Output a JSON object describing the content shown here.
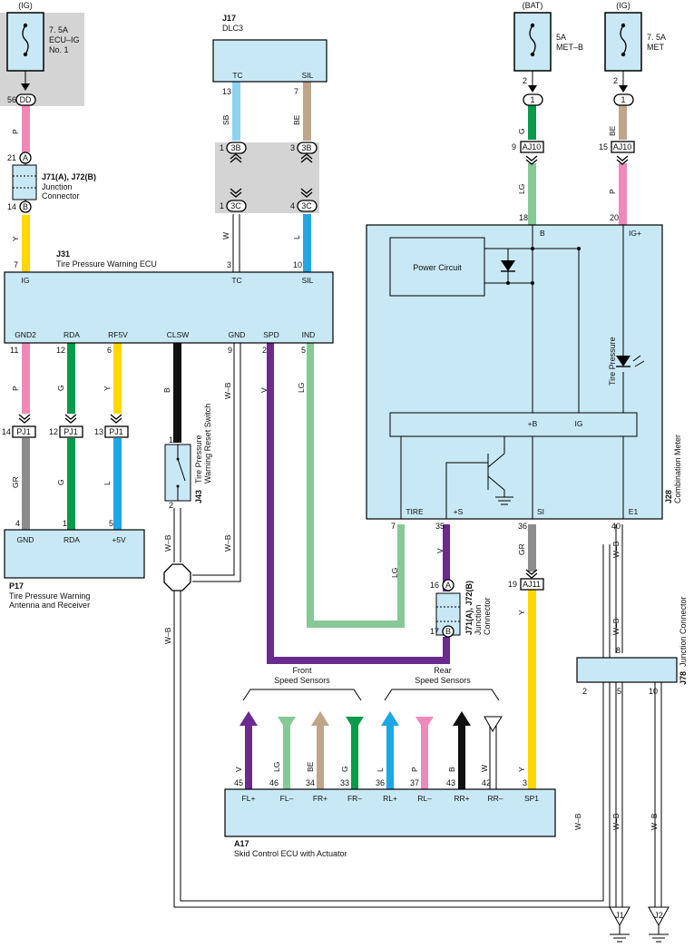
{
  "colors": {
    "ecu_fill": "#c9e8f6",
    "grey_area": "#d4d4d4",
    "wire_P": "#ee8ab8",
    "wire_Y": "#ffd800",
    "wire_SB": "#8ed4f0",
    "wire_BE": "#bfa58a",
    "wire_L": "#1ea7e6",
    "wire_G": "#0a9a4a",
    "wire_LG": "#86c997",
    "wire_GR": "#8c8c8c",
    "wire_V": "#6a2a8e",
    "wire_B": "#111111"
  },
  "power": {
    "ig1": "(IG)",
    "fuse1": [
      "7. 5A",
      "ECU–IG",
      "No. 1"
    ],
    "bat": "(BAT)",
    "fuse2": "5A",
    "fuse2b": "MET–B",
    "ig2": "(IG)",
    "fuse3": "7. 5A",
    "fuse3b": "MET"
  },
  "j17": {
    "id": "J17",
    "name": "DLC3",
    "pin_tc": "TC",
    "pin_sil": "SIL"
  },
  "j71": {
    "id": "J71(A), J72(B)",
    "name1": "Junction",
    "name2": "Connector"
  },
  "j31": {
    "id": "J31",
    "name": "Tire Pressure Warning ECU",
    "top": [
      "IG",
      "TC",
      "SIL"
    ],
    "bottom": [
      "GND2",
      "RDA",
      "RF5V",
      "CLSW",
      "GND",
      "SPD",
      "IND"
    ]
  },
  "j28": {
    "id": "J28",
    "name": "Combination Meter",
    "power_circuit": "Power Circuit",
    "tire_pressure": "Tire Pressure",
    "pins_top": [
      "B",
      "IG+"
    ],
    "inner": [
      "+B",
      "IG"
    ],
    "pins_bottom": [
      "TIRE",
      "+S",
      "SI",
      "E1"
    ]
  },
  "j43": {
    "id": "J43",
    "name1": "Tire Pressure",
    "name2": "Warning Reset Switch"
  },
  "p17": {
    "id": "P17",
    "name1": "Tire Pressure Warning",
    "name2": "Antenna and Receiver",
    "pins": [
      "GND",
      "RDA",
      "+5V"
    ]
  },
  "j78": {
    "id": "J78",
    "name": "Junction Connector"
  },
  "a17": {
    "id": "A17",
    "name": "Skid Control ECU with Actuator",
    "pins": [
      "FL+",
      "FL–",
      "FR+",
      "FR–",
      "RL+",
      "RL–",
      "RR+",
      "RR–",
      "SP1"
    ],
    "front_1": "Front",
    "front_2": "Speed Sensors",
    "rear_1": "Rear",
    "rear_2": "Speed Sensors"
  },
  "grounds": [
    "J1",
    "J2"
  ],
  "connectors": {
    "dd": "DD",
    "A": "A",
    "B": "B",
    "3B": "3B",
    "3C": "3C",
    "1": "1",
    "aj10": "AJ10",
    "aj11": "AJ11",
    "pj1": "PJ1"
  },
  "pin_numbers": {
    "p56": "56",
    "p21": "21",
    "p14": "14",
    "p7": "7",
    "p13": "13",
    "p7b": "7",
    "p1": "1",
    "p3": "3",
    "p1b": "1",
    "p4": "4",
    "p3b": "3",
    "p10": "10",
    "p2": "2",
    "p9": "9",
    "p18": "18",
    "p2b": "2",
    "p15": "15",
    "p20": "20",
    "p11": "11",
    "p12": "12",
    "p6": "6",
    "p9b": "9",
    "p2c": "2",
    "p5": "5",
    "p14b": "14",
    "p12b": "12",
    "p13b": "13",
    "p4b": "4",
    "p1c": "1",
    "p5b": "5",
    "p1d": "1",
    "p2d": "2",
    "p7c": "7",
    "p35": "35",
    "p36": "36",
    "p40": "40",
    "p16": "16",
    "p17": "17",
    "p19": "19",
    "p8": "8",
    "p2e": "2",
    "p5c": "5",
    "p10b": "10",
    "p45": "45",
    "p46": "46",
    "p34": "34",
    "p33": "33",
    "p36b": "36",
    "p37": "37",
    "p43": "43",
    "p42": "42",
    "p3c": "3"
  },
  "wire_codes": {
    "P": "P",
    "Y": "Y",
    "SB": "SB",
    "BE": "BE",
    "W": "W",
    "L": "L",
    "G": "G",
    "LG": "LG",
    "GR": "GR",
    "V": "V",
    "B": "B",
    "WB": "W–B"
  }
}
